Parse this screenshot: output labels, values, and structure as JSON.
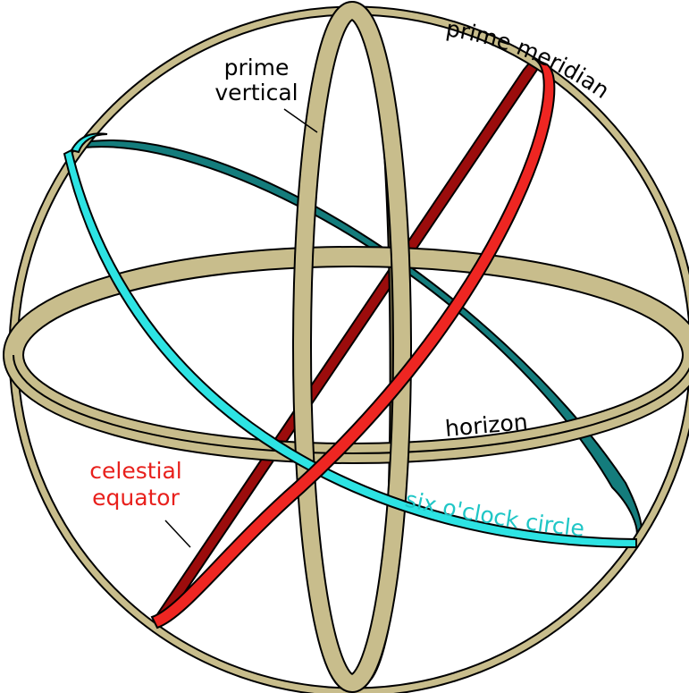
{
  "colors": {
    "ring_face": "#c8bd8c",
    "ring_back": "#746a48",
    "ring_outline": "#000000",
    "equator_front": "#ee2622",
    "equator_back": "#9b0c0c",
    "sixoclock_front": "#2de3e3",
    "sixoclock_back": "#147c7c",
    "label_dark": "#000000",
    "label_equator": "#e8201c",
    "label_sixoclock": "#1fc6c6"
  },
  "labels": {
    "prime_meridian": "prime meridian",
    "prime_vertical_1": "prime",
    "prime_vertical_2": "vertical",
    "horizon": "horizon",
    "celestial_equator_1": "celestial",
    "celestial_equator_2": "equator",
    "six_oclock_circle": "six o'clock circle"
  }
}
